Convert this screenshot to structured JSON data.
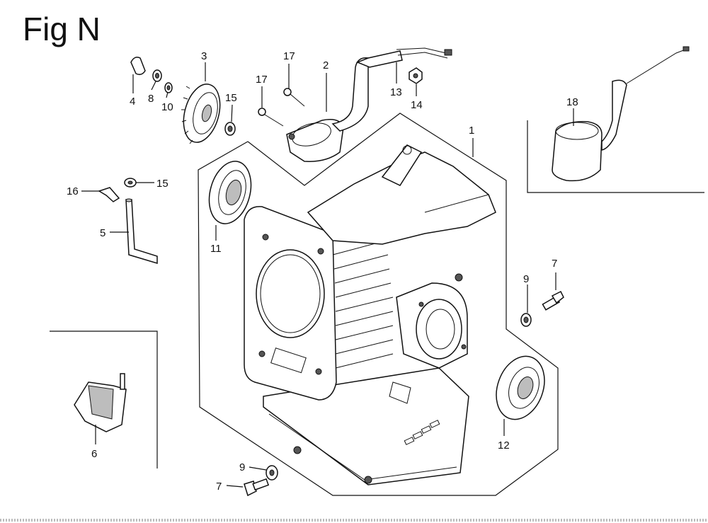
{
  "figure": {
    "title": "Fig N"
  },
  "callouts": [
    {
      "id": "c1",
      "text": "1"
    },
    {
      "id": "c2",
      "text": "2"
    },
    {
      "id": "c3",
      "text": "3"
    },
    {
      "id": "c4",
      "text": "4"
    },
    {
      "id": "c5",
      "text": "5"
    },
    {
      "id": "c6",
      "text": "6"
    },
    {
      "id": "c7a",
      "text": "7"
    },
    {
      "id": "c7b",
      "text": "7"
    },
    {
      "id": "c8",
      "text": "8"
    },
    {
      "id": "c9a",
      "text": "9"
    },
    {
      "id": "c9b",
      "text": "9"
    },
    {
      "id": "c10",
      "text": "10"
    },
    {
      "id": "c11",
      "text": "11"
    },
    {
      "id": "c12",
      "text": "12"
    },
    {
      "id": "c13",
      "text": "13"
    },
    {
      "id": "c14",
      "text": "14"
    },
    {
      "id": "c15a",
      "text": "15"
    },
    {
      "id": "c15b",
      "text": "15"
    },
    {
      "id": "c16",
      "text": "16"
    },
    {
      "id": "c17a",
      "text": "17"
    },
    {
      "id": "c17b",
      "text": "17"
    },
    {
      "id": "c18",
      "text": "18"
    }
  ]
}
